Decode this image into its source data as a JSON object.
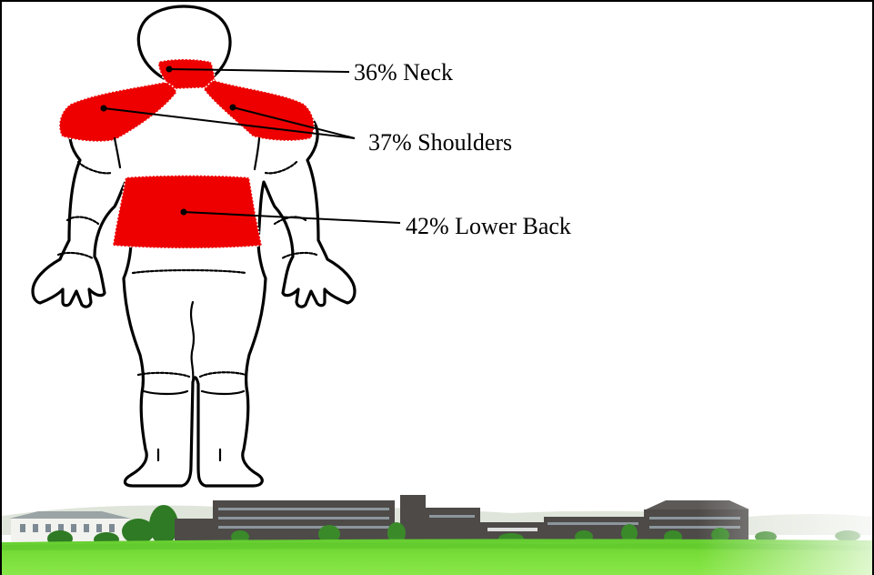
{
  "colors": {
    "pain_area": "#ee0000",
    "outline": "#000000",
    "lawn": "#7fe33a",
    "lawn_dark": "#5cc42a",
    "buildings": "#4d4a48",
    "sky": "#ffffff"
  },
  "callouts": {
    "neck": {
      "percent": 36,
      "label": "36% Neck"
    },
    "shoulders": {
      "percent": 37,
      "label": "37% Shoulders"
    },
    "lower_back": {
      "percent": 42,
      "label": "42% Lower Back"
    }
  },
  "icons": {
    "figure": "human-body-back-view-icon",
    "campus": "campus-buildings-photo-icon"
  }
}
